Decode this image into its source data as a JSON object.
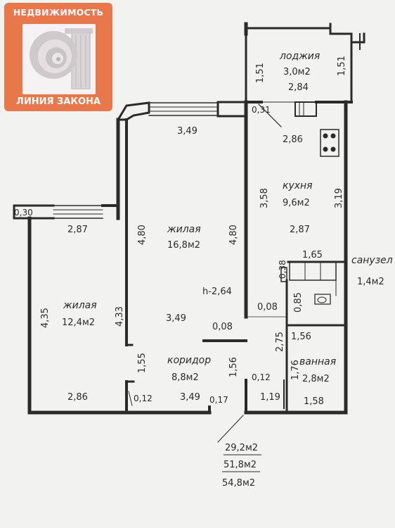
{
  "logo": {
    "top_text": "НЕДВИЖИМОСТЬ",
    "bottom_text": "ЛИНИЯ ЗАКОНА"
  },
  "rooms": {
    "loggia": {
      "name": "лоджия",
      "area": "3,0м2",
      "dim": "2,84"
    },
    "kitchen": {
      "name": "кухня",
      "area": "9,6м2"
    },
    "living_big": {
      "name": "жилая",
      "area": "16,8м2"
    },
    "living_small": {
      "name": "жилая",
      "area": "12,4м2"
    },
    "corridor": {
      "name": "коридор",
      "area": "8,8м2"
    },
    "wc": {
      "name": "санузел",
      "area": "1,4м2"
    },
    "bath": {
      "name": "ванная",
      "area": "2,8м2"
    }
  },
  "dims": {
    "loggia_left": "1,51",
    "loggia_right": "1,51",
    "d_031": "0,31",
    "d_286": "2,86",
    "d_349_top": "3,49",
    "d_358": "3,58",
    "d_319": "3,19",
    "d_030": "0,30",
    "d_287_left": "2,87",
    "d_480_left": "4,80",
    "d_480_right": "4,80",
    "d_287_kitchen": "2,87",
    "d_165": "1,65",
    "d_038": "0,38",
    "height": "h-2,64",
    "d_085": "0,85",
    "d_008_left": "0,08",
    "d_435": "4,35",
    "d_433": "4,33",
    "d_349_mid": "3,49",
    "d_008_mid": "0,08",
    "d_156_bath": "1,56",
    "d_275": "2,75",
    "d_155": "1,55",
    "d_156_corr": "1,56",
    "d_176": "1,76",
    "d_012_right": "0,12",
    "d_119": "1,19",
    "d_158": "1,58",
    "d_286_bottom": "2,86",
    "d_012_left": "0,12",
    "d_349_bottom": "3,49",
    "d_017": "0,17"
  },
  "totals": {
    "living_area": "29,2м2",
    "total_area": "51,8м2",
    "total_with_loggia": "54,8м2"
  }
}
